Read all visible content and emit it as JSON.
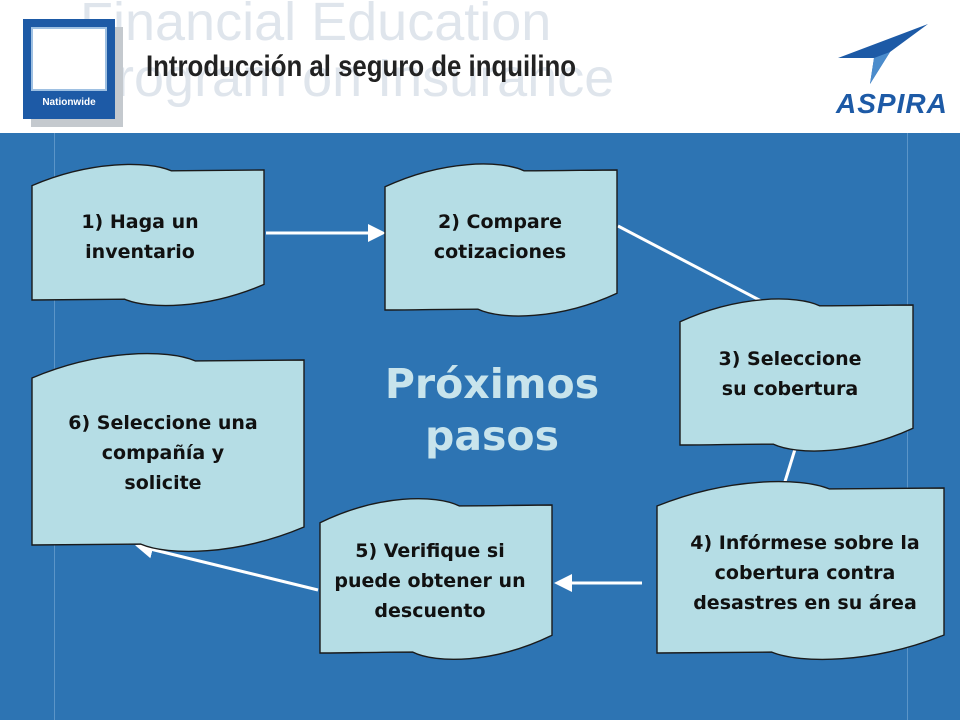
{
  "header": {
    "title": "Introducción al seguro de inquilino",
    "watermark_lines": [
      "Financial Education",
      "Program on Insurance"
    ],
    "logos": {
      "left": {
        "text": "Nationwide",
        "color": "#1d5aa6"
      },
      "right": {
        "text": "ASPIRA",
        "color": "#1d5aa6"
      }
    }
  },
  "diagram": {
    "center_label": [
      "Próximos",
      "pasos"
    ],
    "steps": [
      {
        "id": "step-1",
        "lines": [
          "1) Haga un",
          "inventario"
        ]
      },
      {
        "id": "step-2",
        "lines": [
          "2) Compare",
          "cotizaciones"
        ]
      },
      {
        "id": "step-3",
        "lines": [
          "3) Seleccione",
          "su cobertura"
        ]
      },
      {
        "id": "step-4",
        "lines": [
          "4) Infórmese sobre la",
          "cobertura contra",
          "desastres en su área"
        ]
      },
      {
        "id": "step-5",
        "lines": [
          "5) Verifique si",
          "puede obtener un",
          "descuento"
        ]
      },
      {
        "id": "step-6",
        "lines": [
          "6) Seleccione una",
          "compañía y",
          "solicite"
        ]
      }
    ],
    "arrows": [
      {
        "from": "step-1",
        "to": "step-2"
      },
      {
        "from": "step-2",
        "to": "step-3"
      },
      {
        "from": "step-3",
        "to": "step-4"
      },
      {
        "from": "step-4",
        "to": "step-5"
      },
      {
        "from": "step-5",
        "to": "step-6"
      }
    ],
    "colors": {
      "background": "#2d74b3",
      "shape_fill": "#b5dde5",
      "shape_stroke": "#1a1a1a",
      "arrow": "#ffffff",
      "center_text": "#c8e4ec"
    }
  }
}
